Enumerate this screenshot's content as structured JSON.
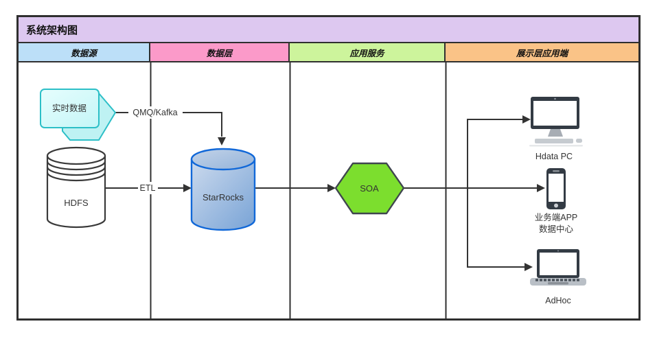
{
  "diagram": {
    "title": "系统架构图",
    "columns": [
      {
        "label": "数据源",
        "color": "#bcdff8"
      },
      {
        "label": "数据层",
        "color": "#fb9ac9"
      },
      {
        "label": "应用服务",
        "color": "#cdf49c"
      },
      {
        "label": "展示层应用端",
        "color": "#fac387"
      }
    ],
    "nodes": {
      "realtime": {
        "label": "实时数据",
        "shape": "callout-pentagon",
        "fill": "#d7fbfb",
        "stroke": "#2cbfc7"
      },
      "hdfs": {
        "label": "HDFS",
        "shape": "cylinder",
        "fill": "#ffffff",
        "stroke": "#3a3a3a"
      },
      "starrocks": {
        "label": "StarRocks",
        "shape": "cylinder",
        "fill": "#9fbede",
        "stroke": "#1168d8"
      },
      "soa": {
        "label": "SOA",
        "shape": "hexagon",
        "fill": "#7cde2e",
        "stroke": "#3f464e"
      },
      "pc": {
        "label": "Hdata PC",
        "shape": "monitor-icon"
      },
      "app": {
        "label_line1": "业务端APP",
        "label_line2": "数据中心",
        "shape": "phone-icon"
      },
      "adhoc": {
        "label": "AdHoc",
        "shape": "laptop-icon"
      }
    },
    "edges": [
      {
        "from": "实时数据",
        "to": "StarRocks",
        "label": "QMQ/Kafka"
      },
      {
        "from": "HDFS",
        "to": "StarRocks",
        "label": "ETL"
      },
      {
        "from": "StarRocks",
        "to": "SOA",
        "label": ""
      },
      {
        "from": "SOA",
        "to": "Hdata PC",
        "label": ""
      },
      {
        "from": "SOA",
        "to": "业务端APP 数据中心",
        "label": ""
      },
      {
        "from": "SOA",
        "to": "AdHoc",
        "label": ""
      }
    ],
    "colors": {
      "title_bg": "#ddc8f0",
      "border": "#2f2f2f",
      "arrow": "#333333",
      "device_dark": "#333b44",
      "device_gray": "#c6cbd0"
    }
  }
}
